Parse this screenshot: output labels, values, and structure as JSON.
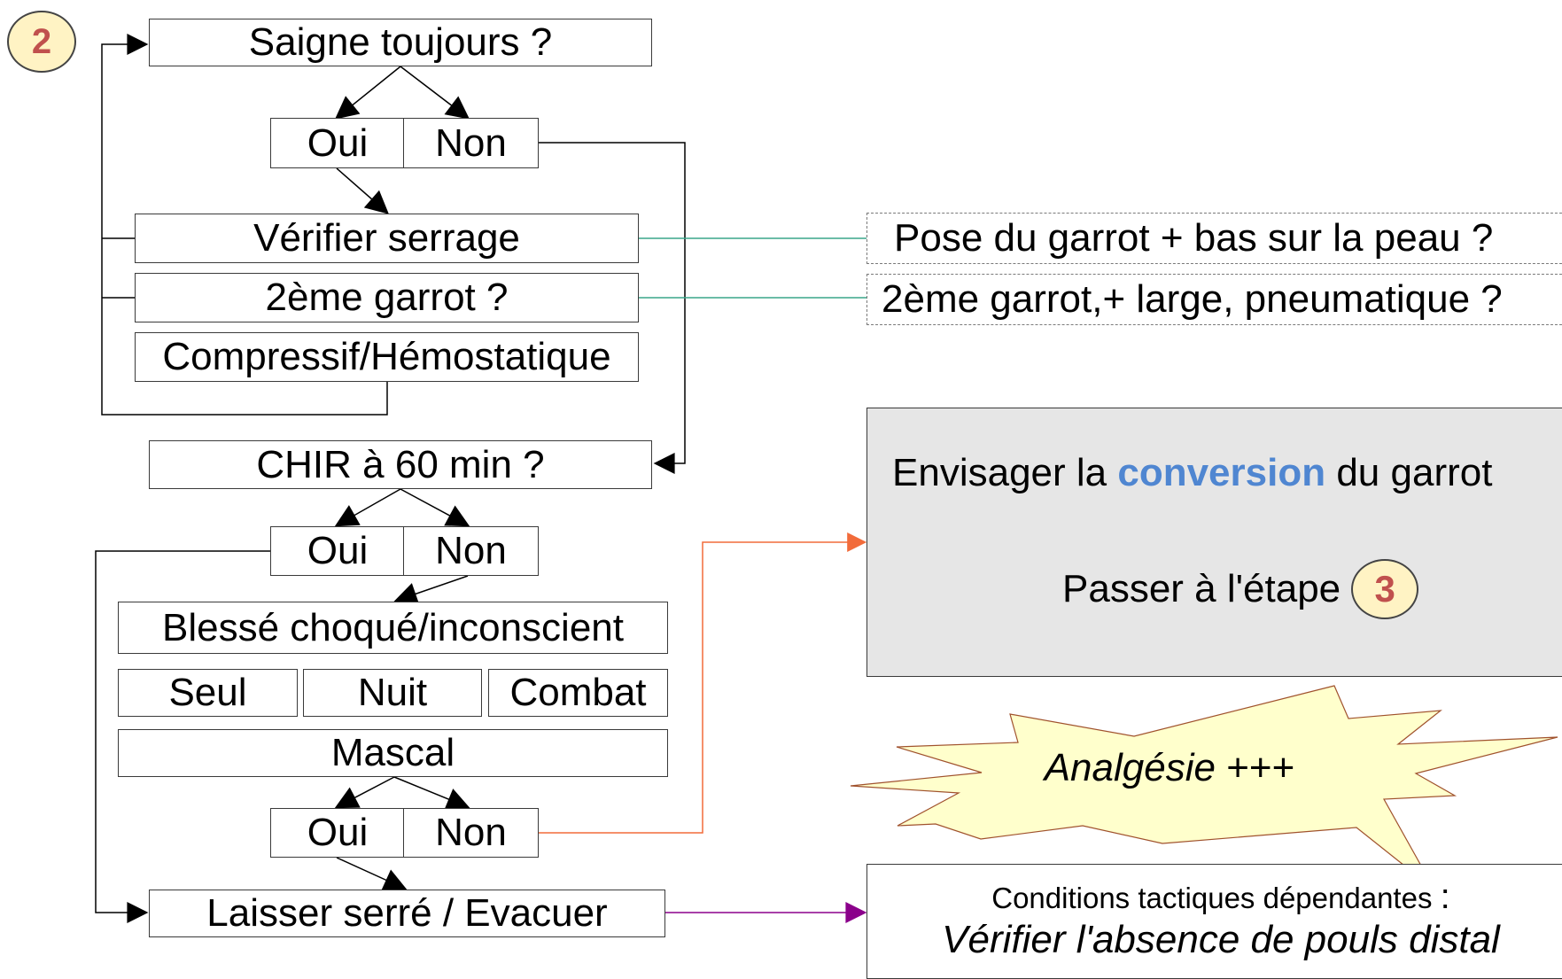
{
  "step_badge": "2",
  "question1": {
    "title": "Saigne toujours ?",
    "yes": "Oui",
    "no": "Non",
    "action_check": "Vérifier serrage",
    "action_second": "2ème garrot ?",
    "action_compress": "Compressif/Hémostatique"
  },
  "notes": {
    "check_note": "Pose du garrot + bas sur la peau ?",
    "second_note": "2ème garrot,+ large, pneumatique ?"
  },
  "question2": {
    "title": "CHIR à 60 min ?",
    "yes": "Oui",
    "no": "Non"
  },
  "question3": {
    "cond_shock": "Blessé choqué/inconscient",
    "cond_alone": "Seul",
    "cond_night": "Nuit",
    "cond_combat": "Combat",
    "cond_mascal": "Mascal",
    "yes": "Oui",
    "no": "Non"
  },
  "final_action": "Laisser serré / Evacuer",
  "conversion_panel": {
    "line1_pre": "Envisager la ",
    "line1_accent": "conversion",
    "line1_post": " du garrot",
    "line2": "Passer à l'étape",
    "next_step": "3"
  },
  "analgesia": {
    "word": "Analgésie",
    "suffix": " +++"
  },
  "conditions": {
    "line1": "Conditions tactiques dépendantes ",
    "colon": ":",
    "line2": "Vérifier l'absence de pouls distal"
  },
  "colors": {
    "teal_connector": "#3aa58a",
    "orange_connector": "#f26b3a",
    "purple_connector": "#8b008b",
    "accent_blue": "#4f86d1",
    "badge_number": "#c0504d",
    "badge_fill": "#fff3c4",
    "panel_gray": "#e6e6e6",
    "star_fill": "#ffffcc"
  }
}
